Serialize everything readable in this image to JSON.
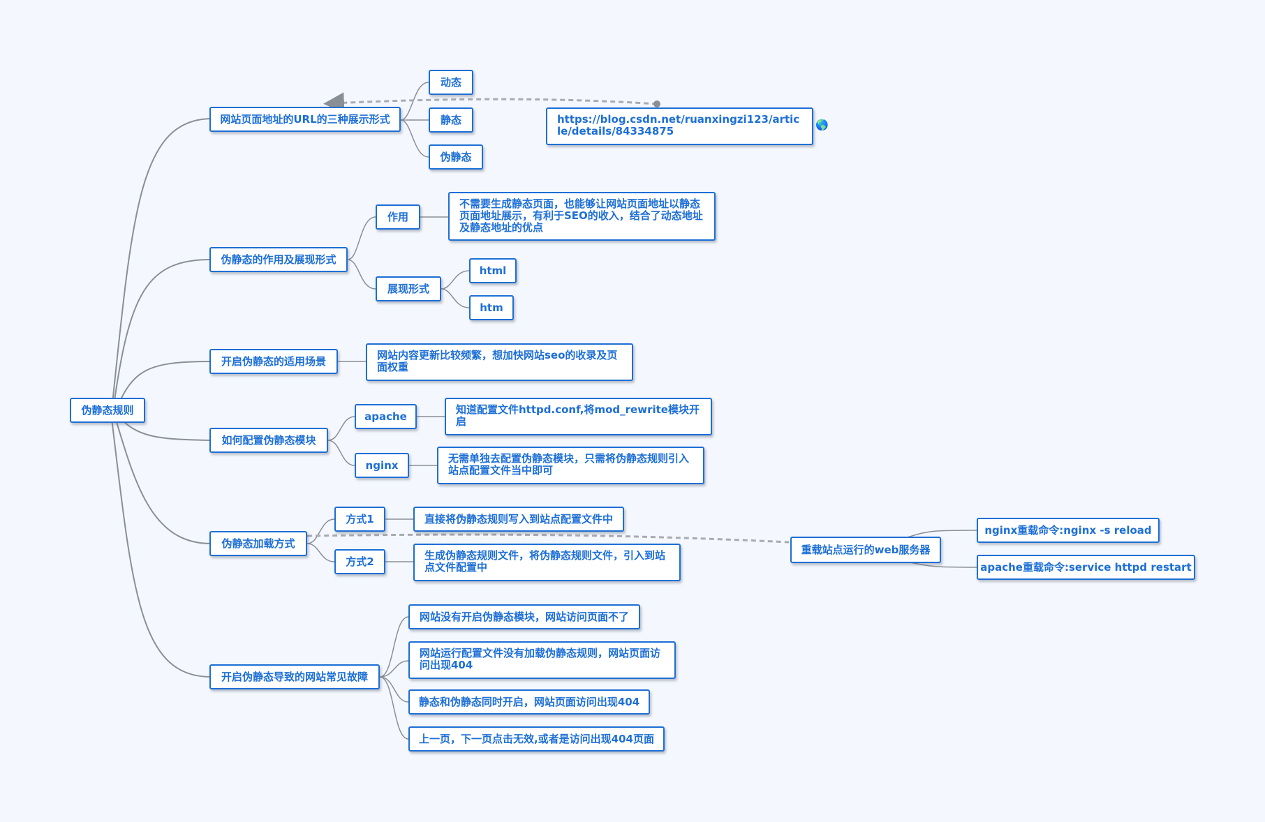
{
  "root": {
    "label": "伪静态规则"
  },
  "branches": {
    "url_forms": {
      "label": "网站页面地址的URL的三种展示形式",
      "children": [
        "动态",
        "静态",
        "伪静态"
      ],
      "link_label": "https://blog.csdn.net/ruanxingzi123/article/details/84334875",
      "link_icon": "globe-icon"
    },
    "role": {
      "label": "伪静态的作用及展现形式",
      "effect": {
        "label": "作用",
        "detail": "不需要生成静态页面，也能够让网站页面地址以静态页面地址展示，有利于SEO的收入，结合了动态地址及静态地址的优点"
      },
      "forms": {
        "label": "展现形式",
        "children": [
          "html",
          "htm"
        ]
      }
    },
    "scenario": {
      "label": "开启伪静态的适用场景",
      "detail": "网站内容更新比较频繁，想加快网站seo的收录及页面权重"
    },
    "config": {
      "label": "如何配置伪静态模块",
      "apache": {
        "label": "apache",
        "detail": "知道配置文件httpd.conf,将mod_rewrite模块开启"
      },
      "nginx": {
        "label": "nginx",
        "detail": "无需单独去配置伪静态模块，只需将伪静态规则引入站点配置文件当中即可"
      }
    },
    "loading": {
      "label": "伪静态加载方式",
      "way1": {
        "label": "方式1",
        "detail": "直接将伪静态规则写入到站点配置文件中"
      },
      "way2": {
        "label": "方式2",
        "detail": "生成伪静态规则文件，将伪静态规则文件，引入到站点文件配置中"
      }
    },
    "faults": {
      "label": "开启伪静态导致的网站常见故障",
      "children": [
        "网站没有开启伪静态模块，网站访问页面不了",
        "网站运行配置文件没有加载伪静态规则，网站页面访问出现404",
        "静态和伪静态同时开启，网站页面访问出现404",
        "上一页，下一页点击无效,或者是访问出现404页面"
      ]
    }
  },
  "floating": {
    "reload": {
      "label": "重载站点运行的web服务器",
      "children": [
        "nginx重载命令:nginx -s reload",
        "apache重载命令:service httpd restart"
      ]
    }
  },
  "colors": {
    "node_border": "#1d6fd6",
    "node_text": "#1d6fd6",
    "connector": "#8a8f96",
    "background": "#f4f7fd"
  }
}
